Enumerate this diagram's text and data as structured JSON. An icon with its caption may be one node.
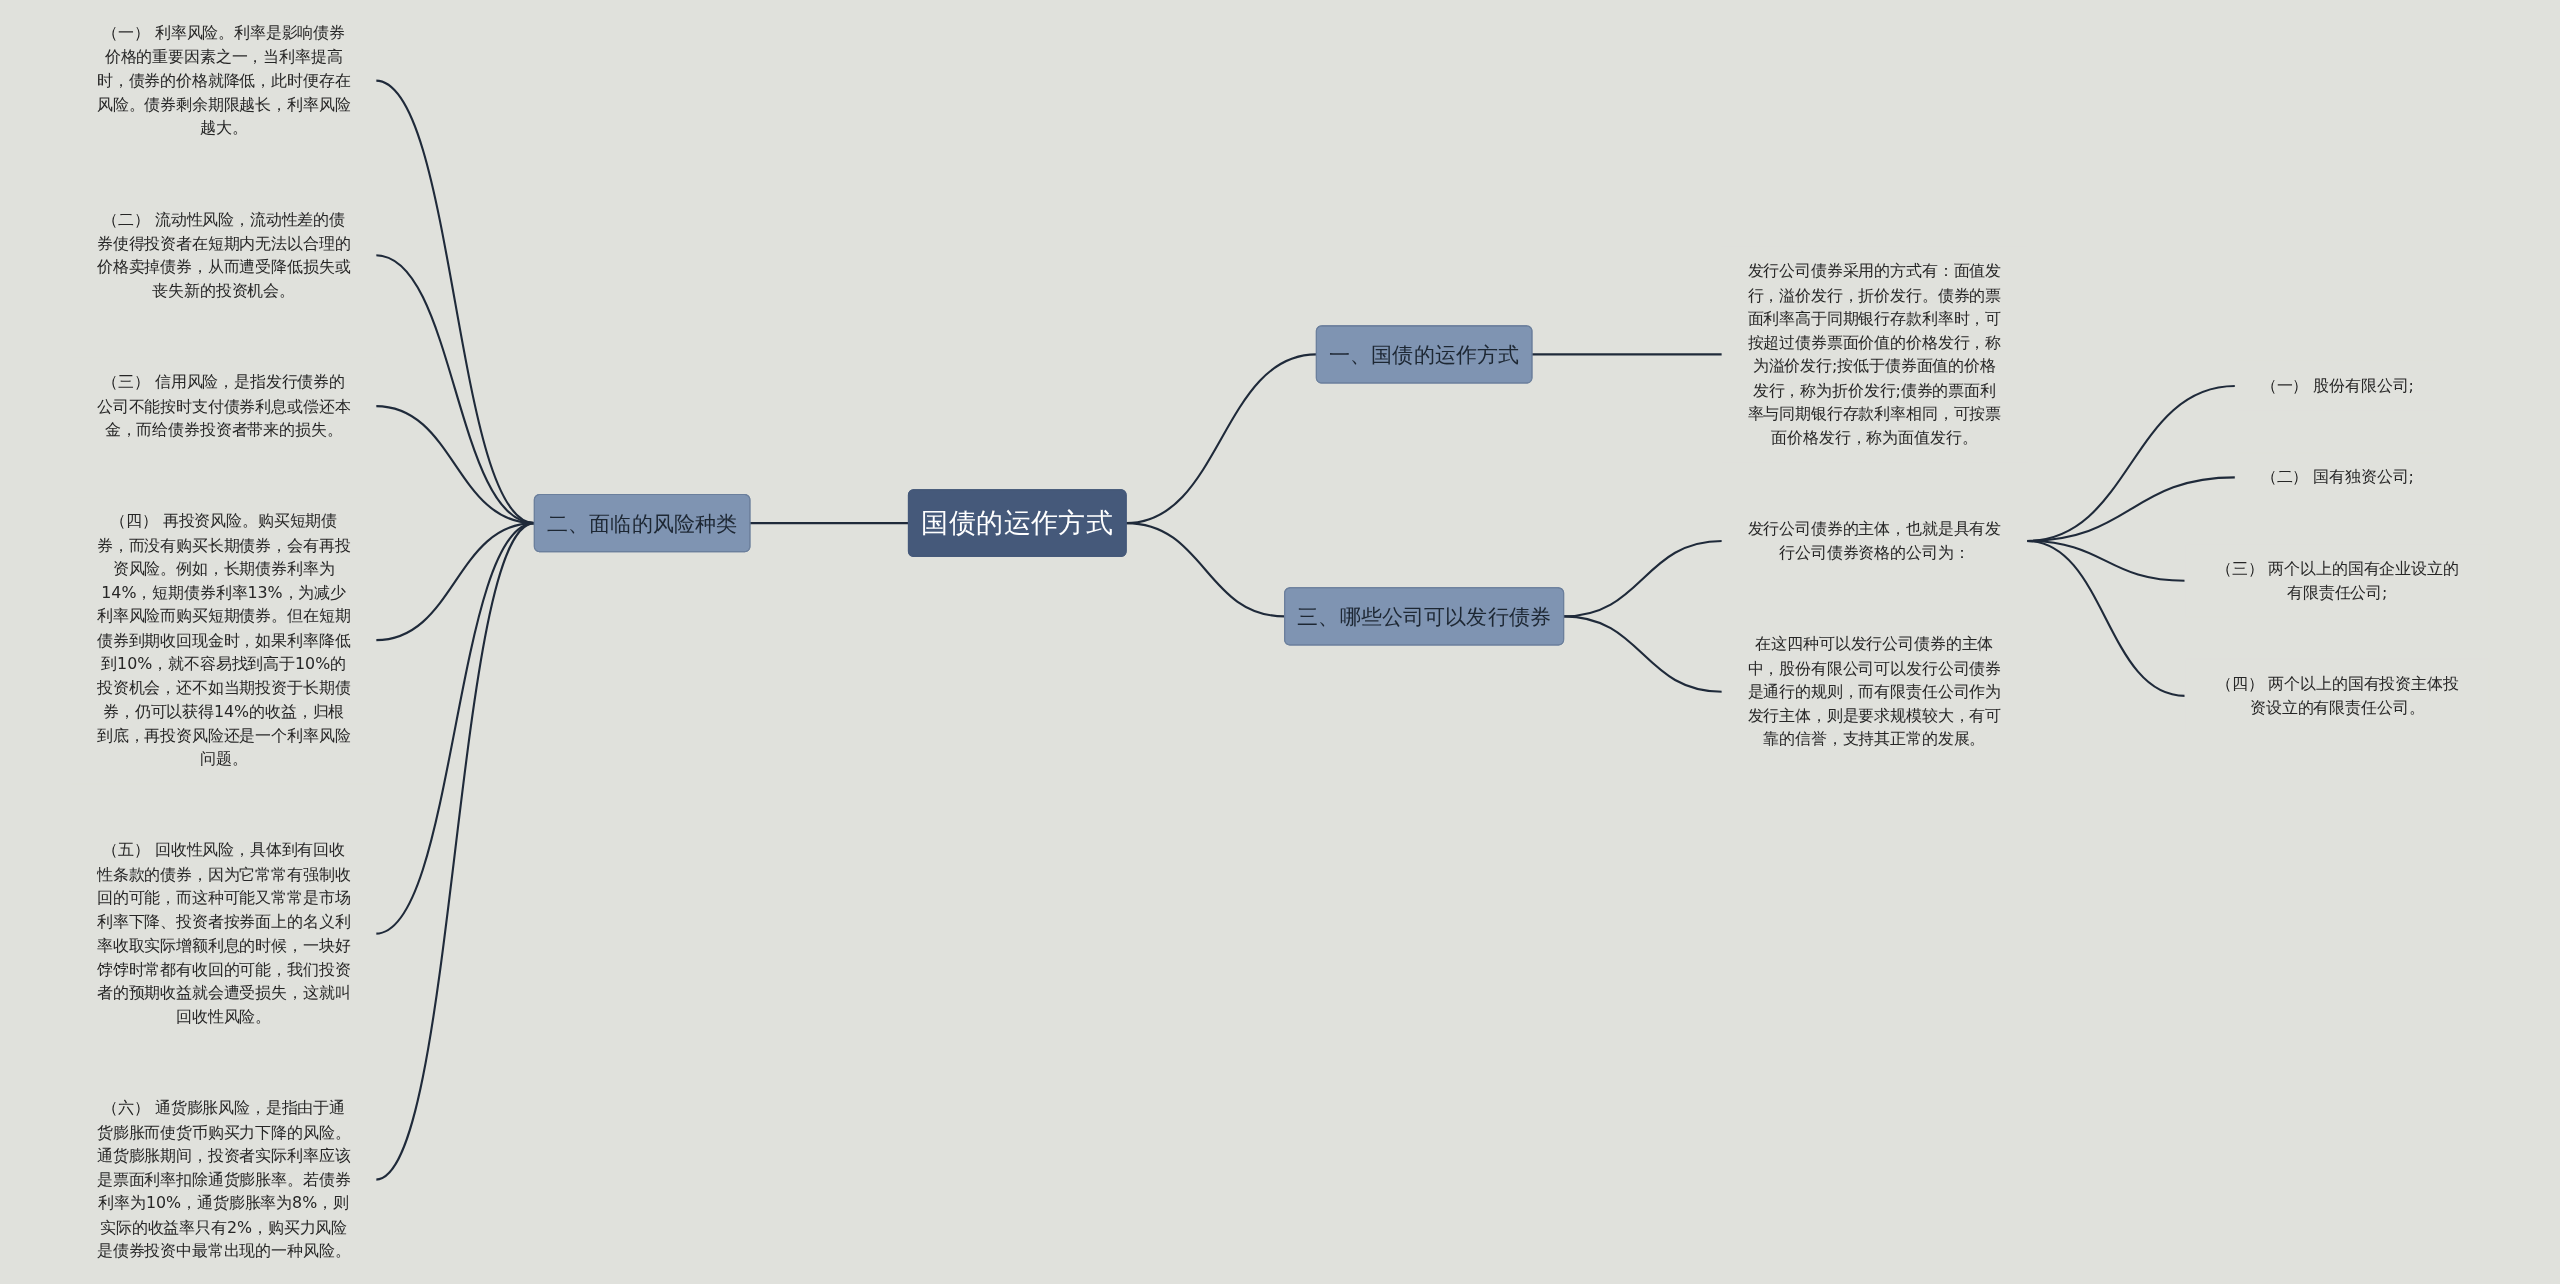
{
  "diagram": {
    "nodes": [
      {
        "text": [
          "国债的运作方式"
        ]
      },
      {
        "text": [
          "一、国债的运作方式"
        ]
      },
      {
        "text": [
          "发行公司债券采用的方式有：面值发行，溢价发行，折价发行。债券的票面利率高于同期银行存款利率时，可按超过债券票面价值的价格发行，称为溢价发行;按低于债券面值的价格发行，称为折价发行;债券的票面利率与同期银行存款利率相同，可按票面价格发行，称为面值发行。"
        ]
      },
      {
        "text": [
          "二、面临的风险种类"
        ]
      },
      {
        "text": [
          "（一） 利率风险。利率是影响债券价格的重要因素之一，当利率提高时，债券的价格就降低，此时便存在风险。债券剩余期限越长，利率风险越大。"
        ]
      },
      {
        "text": [
          "（二） 流动性风险，流动性差的债券使得投资者在短期内无法以合理的价格卖掉债券，从而遭受降低损失或丧失新的投资机会。"
        ]
      },
      {
        "text": [
          "（三） 信用风险，是指发行债券的公司不能按时支付债券利息或偿还本金，而给债券投资者带来的损失。"
        ]
      },
      {
        "text": [
          "（四） 再投资风险。购买短期债券，而没有购买长期债券，会有再投资风险。例如，长期债券利率为14%，短期债券利率13%，为减少利率风险而购买短期债券。但在短期债券到期收回现金时，如果利率降低到10%，就不容易找到高于10%的投资机会，还不如当期投资于长期债券，仍可以获得14%的收益，归根到底，再投资风险还是一个利率风险问题。"
        ]
      },
      {
        "text": [
          "（五） 回收性风险，具体到有回收性条款的债券，因为它常常有强制收回的可能，而这种可能又常常是市场利率下降、投资者按券面上的名义利率收取实际增额利息的时候，一块好饽饽时常都有收回的可能，我们投资者的预期收益就会遭受损失，这就叫回收性风险。"
        ]
      },
      {
        "text": [
          "（六） 通货膨胀风险，是指由于通货膨胀而使货币购买力下降的风险。通货膨胀期间，投资者实际利率应该是票面利率扣除通货膨胀率。若债券利率为10%，通货膨胀率为8%，则实际的收益率只有2%，购买力风险是债券投资中最常出现的一种风险。"
        ]
      },
      {
        "text": [
          "三、哪些公司可以发行债券"
        ]
      },
      {
        "text": [
          "发行公司债券的主体，也就是具有发行公司债券资格的公司为："
        ]
      },
      {
        "text": [
          "（一） 股份有限公司;"
        ]
      },
      {
        "text": [
          "（二） 国有独资公司;"
        ]
      },
      {
        "text": [
          "（三） 两个以上的国有企业设立的有限责任公司;"
        ]
      },
      {
        "text": [
          "（四） 两个以上的国有投资主体投资设立的有限责任公司。"
        ]
      },
      {
        "text": [
          "在这四种可以发行公司债券的主体中，股份有限公司可以发行公司债券是通行的规则，而有限责任公司作为发行主体，则是要求规模较大，有可靠的信誉，支持其正常的发展。"
        ]
      }
    ],
    "edges": [
      {
        "from": 0,
        "to": 1,
        "arrow": "none"
      },
      {
        "from": 1,
        "to": 2,
        "arrow": "none"
      },
      {
        "from": 3,
        "to": 0,
        "arrow": "none"
      },
      {
        "from": 4,
        "to": 3,
        "arrow": "none"
      },
      {
        "from": 5,
        "to": 3,
        "arrow": "none"
      },
      {
        "from": 6,
        "to": 3,
        "arrow": "none"
      },
      {
        "from": 7,
        "to": 3,
        "arrow": "none"
      },
      {
        "from": 8,
        "to": 3,
        "arrow": "none"
      },
      {
        "from": 9,
        "to": 3,
        "arrow": "none"
      },
      {
        "from": 0,
        "to": 10,
        "arrow": "none"
      },
      {
        "from": 10,
        "to": 11,
        "arrow": "none"
      },
      {
        "from": 11,
        "to": 12,
        "arrow": "none"
      },
      {
        "from": 11,
        "to": 13,
        "arrow": "none"
      },
      {
        "from": 11,
        "to": 14,
        "arrow": "none"
      },
      {
        "from": 11,
        "to": 15,
        "arrow": "none"
      },
      {
        "from": 10,
        "to": 16,
        "arrow": "none"
      }
    ]
  }
}
